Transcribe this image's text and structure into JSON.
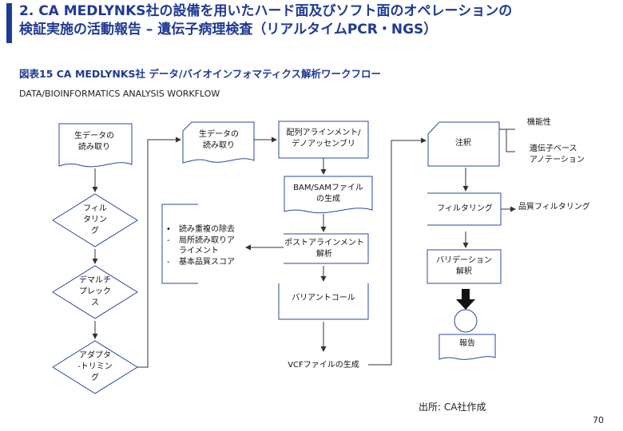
{
  "header": {
    "title_line1": "2. CA MEDLYNKS社の設備を用いたハード面及びソフト面のオペレーションの",
    "title_line2": "検証実施の活動報告 – 遺伝子病理検査（リアルタイムPCR・NGS）",
    "figure_title": "図表15  CA MEDLYNKS社 データ/バイオインフォマティクス解析ワークフロー",
    "figure_subtitle": "DATA/BIOINFORMATICS ANALYSIS WORKFLOW"
  },
  "flow": {
    "col1": [
      "生データの\n読み取り",
      "フィル\nタリン\nグ",
      "デマルチ\nプレック\nス",
      "アダプタ\n-トリミン\nグ"
    ],
    "col2_doc": "生データの\n読み取り",
    "col2_bullets": [
      "読み重複の除去",
      "局所読み取りア\nライメント",
      "基本品質スコア"
    ],
    "col3": [
      "配列アラインメント/\nデノアッセンブリ",
      "BAM/SAMファイル\nの生成",
      "ポストアラインメント\n解析",
      "バリアントコール",
      "VCFファイルの生成"
    ],
    "col4": [
      "注釈",
      "フィルタリング",
      "バリデーション\n解釈",
      "報告"
    ],
    "annotations": [
      "機能性",
      "遺伝子ベース\nアノテーション",
      "品質フィルタリング"
    ]
  },
  "footer": {
    "source": "出所:  CA社作成",
    "page_number": "70"
  }
}
